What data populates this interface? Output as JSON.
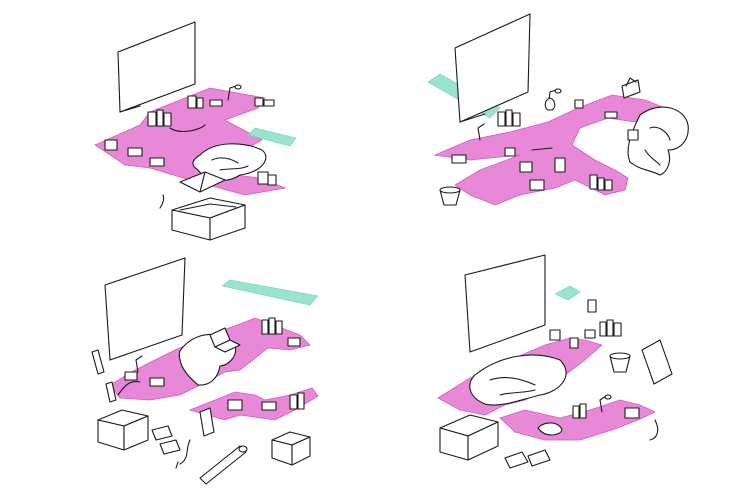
{
  "scene": {
    "background": "#ffffff",
    "colors": {
      "floor": "#e36fd0",
      "light": "#8fe0c9",
      "ink": "#1a1a1a"
    }
  },
  "panels": [
    {
      "id": "top-left"
    },
    {
      "id": "top-right"
    },
    {
      "id": "bottom-left"
    },
    {
      "id": "bottom-right"
    }
  ]
}
